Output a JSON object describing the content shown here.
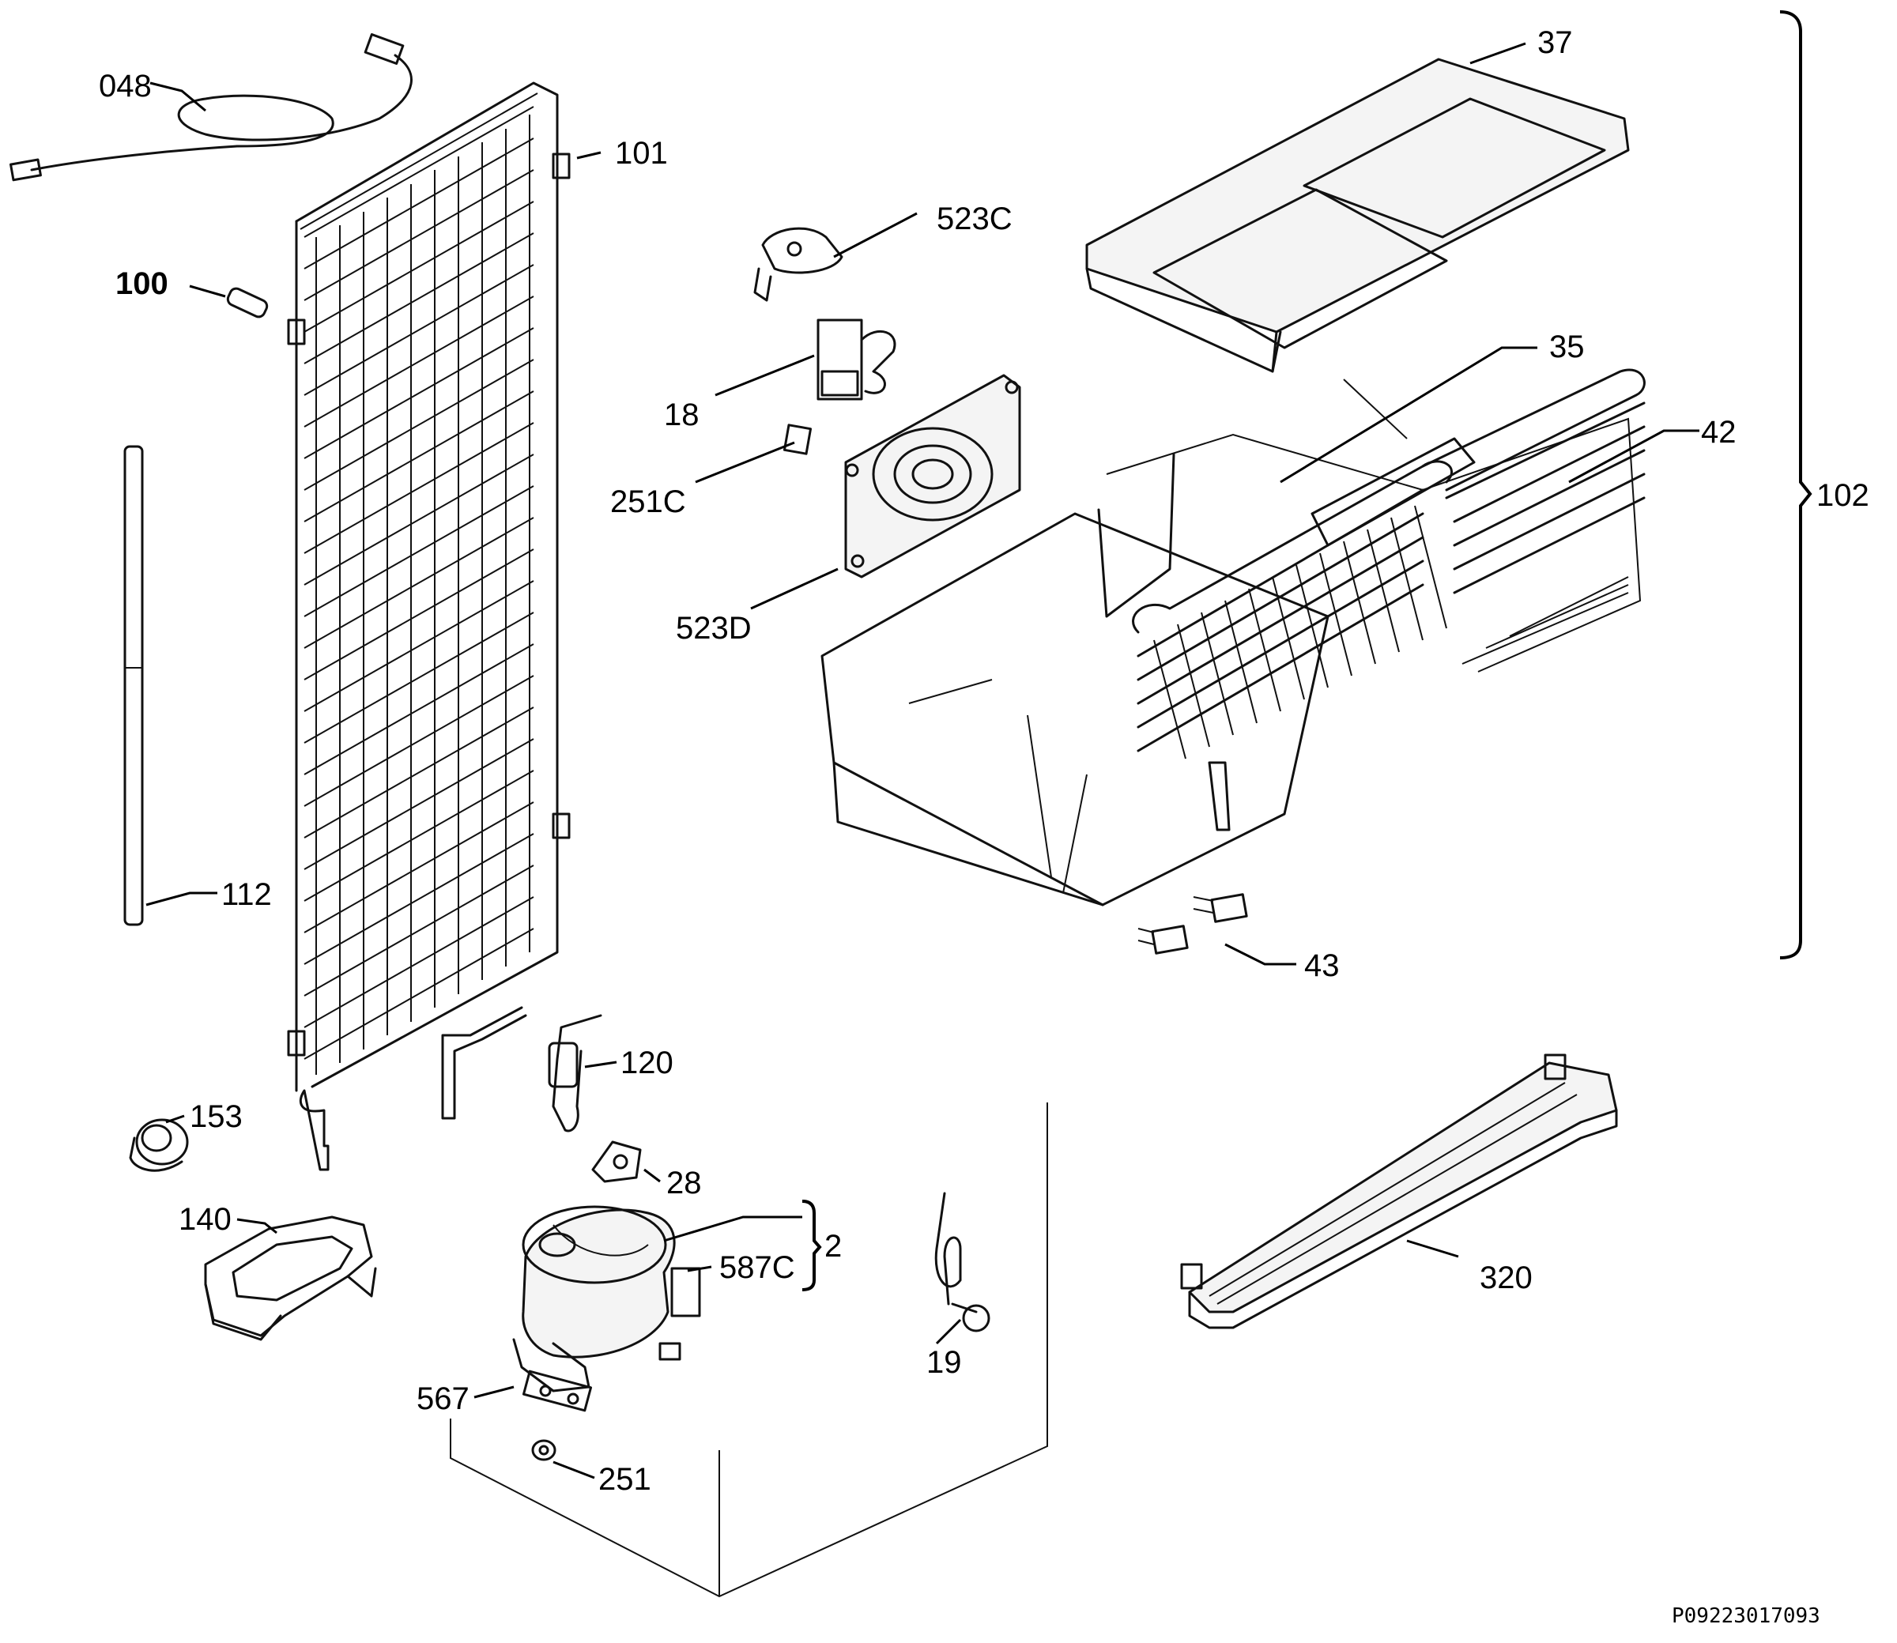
{
  "drawing_id": "P09223017093",
  "callouts": {
    "c048": "048",
    "c101": "101",
    "c100": "100",
    "c112": "112",
    "c120": "120",
    "c153": "153",
    "c28": "28",
    "c140": "140",
    "c2": "2",
    "c587c": "587C",
    "c567": "567",
    "c251": "251",
    "c19": "19",
    "c523c": "523C",
    "c18": "18",
    "c251c": "251C",
    "c523d": "523D",
    "c37": "37",
    "c35": "35",
    "c42": "42",
    "c102": "102",
    "c43": "43",
    "c320": "320"
  }
}
